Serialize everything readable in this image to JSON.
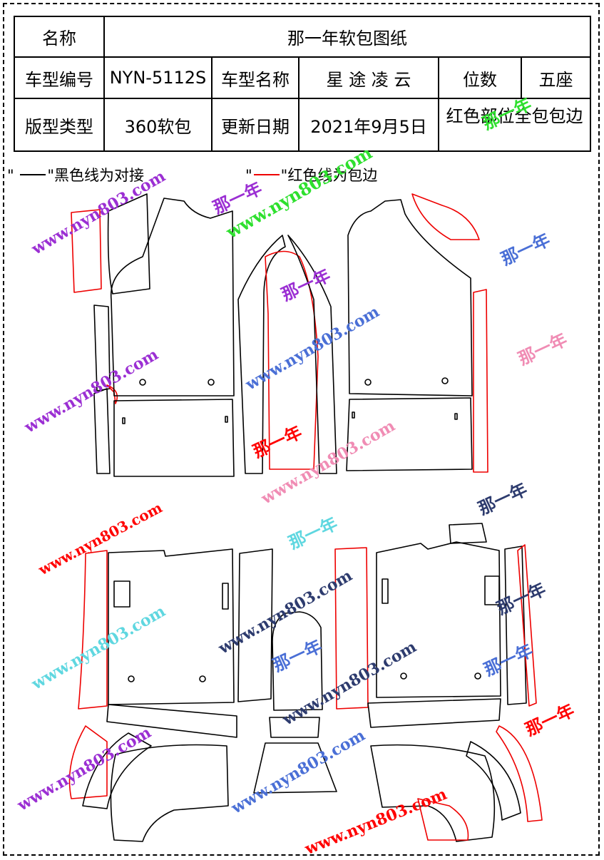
{
  "table": {
    "name_label": "名称",
    "name_value": "那一年软包图纸",
    "model_no_label": "车型编号",
    "model_no_value": "NYN-5112S",
    "model_name_label": "车型名称",
    "model_name_value": "星 途 凌 云",
    "seats_label": "位数",
    "seats_value": "五座",
    "type_label": "版型类型",
    "type_value": "360软包",
    "date_label": "更新日期",
    "date_value": "2021年9月5日",
    "red_note": "红色部位全包包边"
  },
  "legend": {
    "black_open": "\"",
    "black_text": "\"黑色线为对接",
    "red_open": "\"",
    "red_text": "\"红色线为包边"
  },
  "watermarks": {
    "site": "www.nyn803.com",
    "brand": "那一年"
  },
  "colors": {
    "cut_line": "#000000",
    "edge_line": "#e00000",
    "wm_purple": "#9b2fd3",
    "wm_green": "#2ee02e",
    "wm_blue": "#4a6fd6",
    "wm_pink": "#f08cb4",
    "wm_red": "#ff0000",
    "wm_cyan": "#5fd7e0",
    "wm_navy": "#2d3b6e"
  }
}
